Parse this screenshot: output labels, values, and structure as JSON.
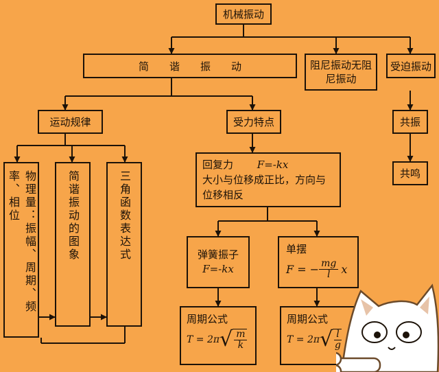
{
  "diagram": {
    "root": "机械振动",
    "branches": {
      "simple": "简谐振动",
      "damped": "阻尼振动无阻尼振动",
      "forced": "受迫振动"
    },
    "forced_children": [
      "共振",
      "共鸣"
    ],
    "motion": {
      "title": "运动规律",
      "cols": [
        "物理量：振幅、周期、频率、相位",
        "简谐振动的图象",
        "三角函数表达式"
      ]
    },
    "force": {
      "title": "受力特点",
      "line1_label": "回复力",
      "line1_formula": "F=-kx",
      "line2": "大小与位移成正比，方向与位移相反"
    },
    "spring": {
      "title": "弹簧振子",
      "formula": "F=-kx"
    },
    "pendulum": {
      "title": "单摆",
      "lhs": "F = −",
      "num": "mg",
      "den": "l",
      "tail": "x"
    },
    "period": {
      "title": "周期公式",
      "spring_lhs": "T = 2π",
      "spring_num": "m",
      "spring_den": "k",
      "pend_lhs": "T = 2π",
      "pend_num": "l",
      "pend_den": "g"
    }
  }
}
